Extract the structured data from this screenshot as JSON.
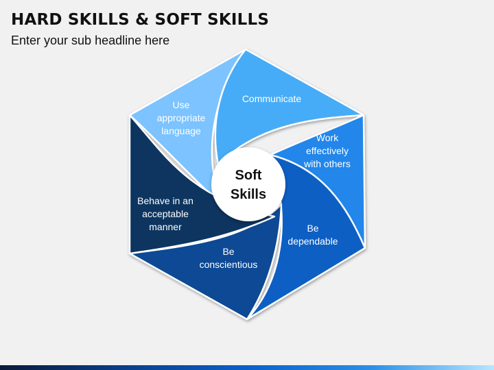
{
  "header": {
    "title": "HARD SKILLS & SOFT SKILLS",
    "subtitle": "Enter your sub headline here"
  },
  "diagram": {
    "center_label": [
      "Soft",
      "Skills"
    ],
    "segments": [
      {
        "id": "use-appropriate-language",
        "lines": [
          "Use",
          "appropriate",
          "language"
        ],
        "color": "#7cc3ff"
      },
      {
        "id": "communicate",
        "lines": [
          "Communicate"
        ],
        "color": "#47acf7"
      },
      {
        "id": "work-effectively",
        "lines": [
          "Work",
          "effectively",
          "with others"
        ],
        "color": "#2486ea"
      },
      {
        "id": "be-dependable",
        "lines": [
          "Be",
          "dependable"
        ],
        "color": "#0c5fc4"
      },
      {
        "id": "be-conscientious",
        "lines": [
          "Be",
          "conscientious"
        ],
        "color": "#0a4a94"
      },
      {
        "id": "behave-acceptable",
        "lines": [
          "Behave in an",
          "acceptable",
          "manner"
        ],
        "color": "#093560"
      }
    ]
  }
}
